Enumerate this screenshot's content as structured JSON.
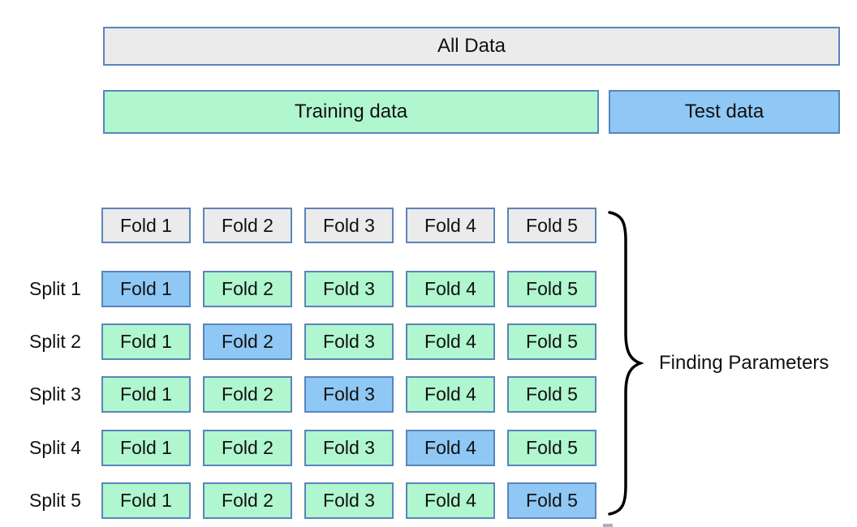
{
  "top_section": {
    "all_data_label": "All Data",
    "training_label": "Training data",
    "test_label": "Test data"
  },
  "cv_grid": {
    "fold_headers": [
      "Fold 1",
      "Fold 2",
      "Fold 3",
      "Fold 4",
      "Fold 5"
    ],
    "splits": [
      {
        "label": "Split 1",
        "cells": [
          "Fold 1",
          "Fold 2",
          "Fold 3",
          "Fold 4",
          "Fold 5"
        ],
        "test_fold_index": 0
      },
      {
        "label": "Split 2",
        "cells": [
          "Fold 1",
          "Fold 2",
          "Fold 3",
          "Fold 4",
          "Fold 5"
        ],
        "test_fold_index": 1
      },
      {
        "label": "Split 3",
        "cells": [
          "Fold 1",
          "Fold 2",
          "Fold 3",
          "Fold 4",
          "Fold 5"
        ],
        "test_fold_index": 2
      },
      {
        "label": "Split 4",
        "cells": [
          "Fold 1",
          "Fold 2",
          "Fold 3",
          "Fold 4",
          "Fold 5"
        ],
        "test_fold_index": 3
      },
      {
        "label": "Split 5",
        "cells": [
          "Fold 1",
          "Fold 2",
          "Fold 3",
          "Fold 4",
          "Fold 5"
        ],
        "test_fold_index": 4
      }
    ]
  },
  "annotation": {
    "finding_parameters_label": "Finding Parameters"
  },
  "colors": {
    "train_green": "#b0f6cf",
    "test_blue": "#8fc8f4",
    "neutral_gray": "#ebebeb",
    "box_border": "#5b84bb",
    "brace_black": "#000000"
  }
}
